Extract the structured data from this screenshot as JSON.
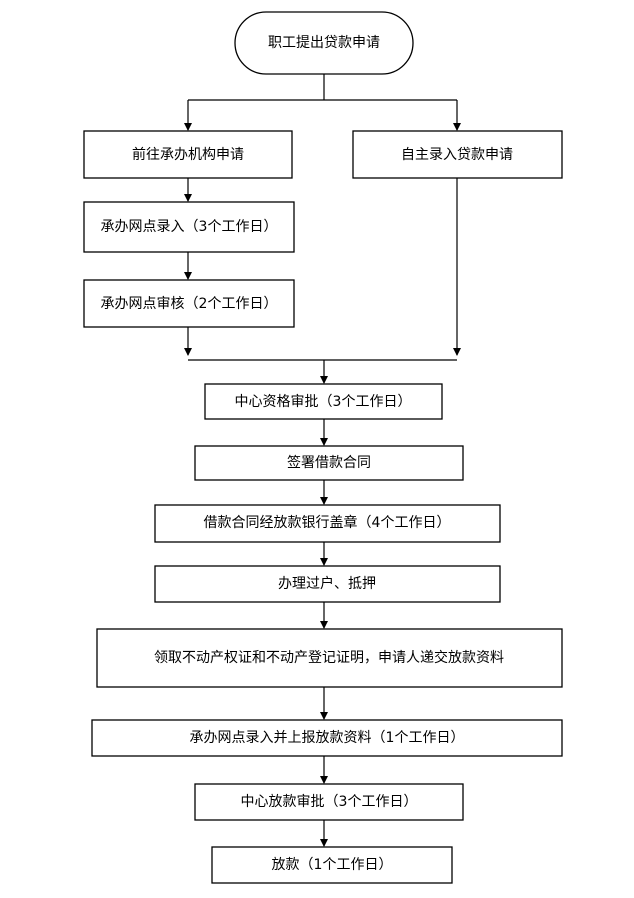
{
  "flowchart": {
    "start": "职工提出贷款申请",
    "branch_left": "前往承办机构申请",
    "branch_right": "自主录入贷款申请",
    "left_step_1": "承办网点录入（3个工作日）",
    "left_step_2": "承办网点审核（2个工作日）",
    "steps": [
      "中心资格审批（3个工作日）",
      "签署借款合同",
      "借款合同经放款银行盖章（4个工作日）",
      "办理过户、抵押",
      "领取不动产权证和不动产登记证明，申请人递交放款资料",
      "承办网点录入并上报放款资料（1个工作日）",
      "中心放款审批（3个工作日）",
      "放款（1个工作日）"
    ]
  }
}
